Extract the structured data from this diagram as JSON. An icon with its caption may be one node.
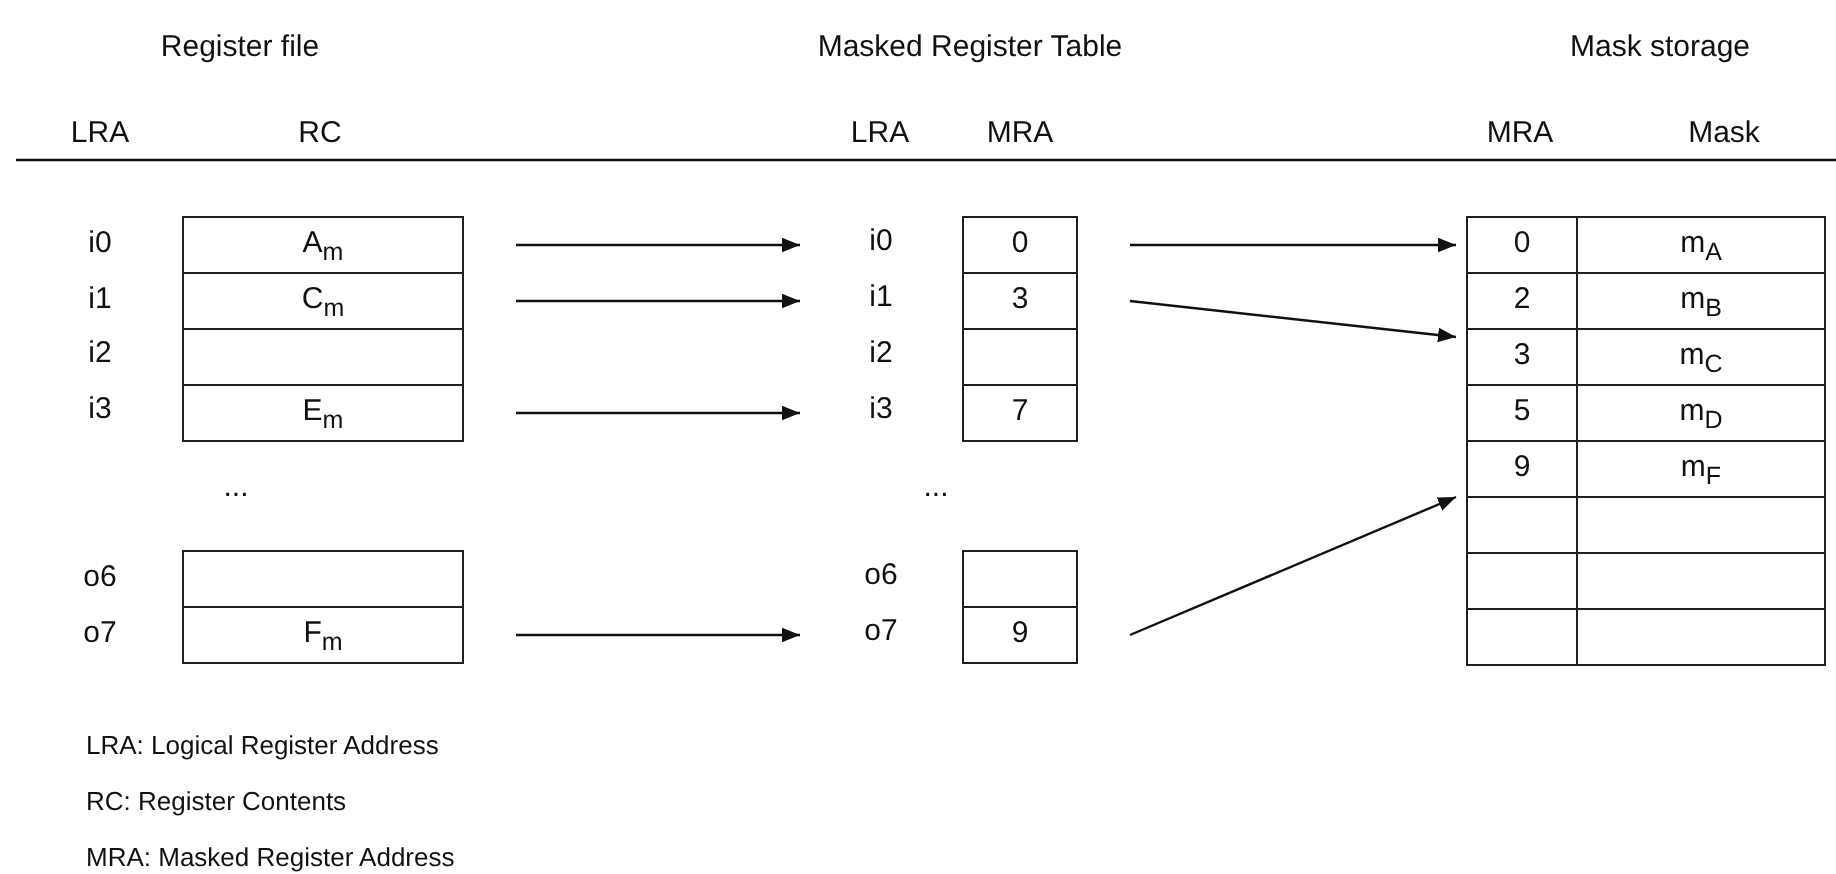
{
  "diagram": {
    "nodes": [
      {
        "text": [
          "A$_{m}$"
        ]
      },
      {
        "text": [
          "C$_{m}$"
        ]
      },
      {
        "text": [],
        "shape": "box"
      },
      {
        "text": [
          "E$_{m}$"
        ]
      },
      {
        "text": [],
        "shape": "box"
      },
      {
        "text": [
          "F$_{m}$"
        ]
      },
      {
        "text": [
          "i0",
          "0"
        ]
      },
      {
        "text": [
          "i1",
          "3"
        ]
      },
      {
        "text": [
          "i2"
        ]
      },
      {
        "text": [
          "i3",
          "7"
        ]
      },
      {
        "text": [
          "o6"
        ]
      },
      {
        "text": [
          "o7",
          "9"
        ]
      },
      {
        "text": [
          "0",
          "m$_{A}$"
        ]
      },
      {
        "text": [
          "2",
          "m$_{B}$"
        ]
      },
      {
        "text": [
          "3",
          "m$_{C}$"
        ]
      },
      {
        "text": [
          "5",
          "m$_{D}$"
        ]
      },
      {
        "text": [
          "9",
          "m$_{F}$"
        ]
      },
      {
        "text": [],
        "shape": "box"
      },
      {
        "text": [],
        "shape": "box"
      },
      {
        "text": [],
        "shape": "box"
      }
    ],
    "edges": [
      {
        "from": 0,
        "to": 6,
        "arrow": "to"
      },
      {
        "from": 1,
        "to": 7,
        "arrow": "to"
      },
      {
        "from": 3,
        "to": 9,
        "arrow": "to"
      },
      {
        "from": 5,
        "to": 11,
        "arrow": "to"
      },
      {
        "from": 6,
        "to": 12,
        "arrow": "to"
      },
      {
        "from": 7,
        "to": 14,
        "arrow": "to"
      },
      {
        "from": 11,
        "to": 16,
        "arrow": "to"
      }
    ],
    "labels": [
      "Register file",
      "Masked Register Table",
      "Mask storage",
      "LRA",
      "RC",
      "LRA",
      "MRA",
      "MRA",
      "Mask",
      "i0",
      "i1",
      "i2",
      "i3",
      "...",
      "...",
      "o6",
      "o7",
      "LRA: Logical Register Address",
      "RC: Register Contents",
      "MRA: Masked Register Address"
    ]
  }
}
